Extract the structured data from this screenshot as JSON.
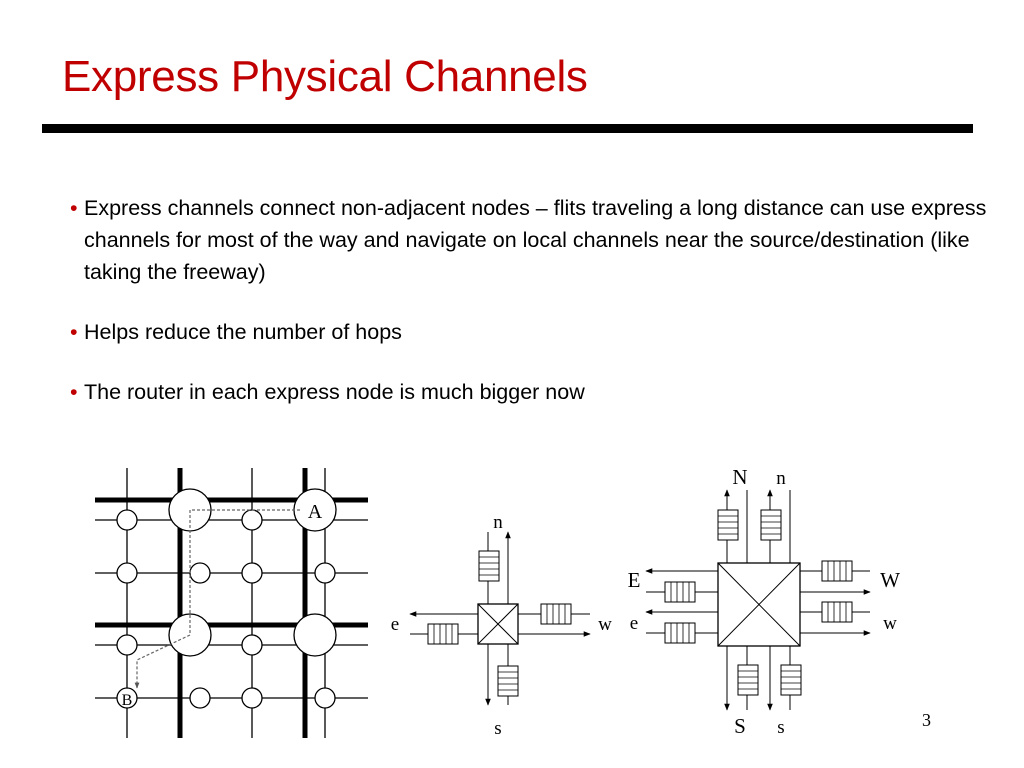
{
  "slide": {
    "title": "Express Physical Channels",
    "bullets": [
      "Express channels connect non-adjacent nodes – flits traveling a long distance can use express channels for most of the way and navigate on local channels near the source/destination  (like taking the freeway)",
      "Helps reduce the number of hops",
      "The router in each express node is much bigger now"
    ],
    "bullet_char": "•",
    "page_number": "3"
  },
  "figure": {
    "grid_labels": {
      "a": "A",
      "b": "B"
    },
    "small_router": {
      "n": "n",
      "s": "s",
      "e": "e",
      "w": "w"
    },
    "express_router": {
      "N": "N",
      "n": "n",
      "S": "S",
      "s": "s",
      "E": "E",
      "e": "e",
      "W": "W",
      "w": "w"
    }
  },
  "colors": {
    "title": "#c00000",
    "bullet": "#c00000",
    "rule": "#000000"
  }
}
